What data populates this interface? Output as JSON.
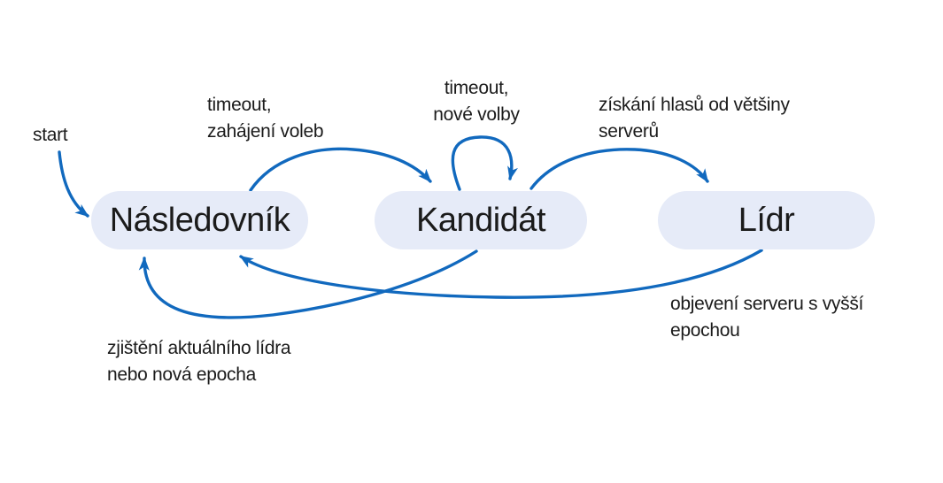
{
  "colors": {
    "background": "#ffffff",
    "accent": "#1169be",
    "node_fill": "#e6ebf8",
    "text": "#1b1b1b"
  },
  "diagram_type": "state-machine",
  "nodes": [
    {
      "id": "follower",
      "label": "Následovník"
    },
    {
      "id": "candidate",
      "label": "Kandidát"
    },
    {
      "id": "leader",
      "label": "Lídr"
    }
  ],
  "edges": [
    {
      "id": "start-to-follower",
      "from": "",
      "to": "follower",
      "lines": [
        "start"
      ]
    },
    {
      "id": "follower-to-candidate",
      "from": "follower",
      "to": "candidate",
      "lines": [
        "timeout,",
        "zahájení voleb"
      ]
    },
    {
      "id": "candidate-self-loop",
      "from": "candidate",
      "to": "candidate",
      "lines": [
        "timeout,",
        "nové volby"
      ]
    },
    {
      "id": "candidate-to-leader",
      "from": "candidate",
      "to": "leader",
      "lines": [
        "získání hlasů od většiny",
        "serverů"
      ]
    },
    {
      "id": "leader-to-follower",
      "from": "leader",
      "to": "follower",
      "lines": [
        "objevení serveru s vyšší",
        "epochou"
      ]
    },
    {
      "id": "candidate-to-follower",
      "from": "candidate",
      "to": "follower",
      "lines": [
        "zjištění aktuálního lídra",
        "nebo nová epocha"
      ]
    }
  ]
}
